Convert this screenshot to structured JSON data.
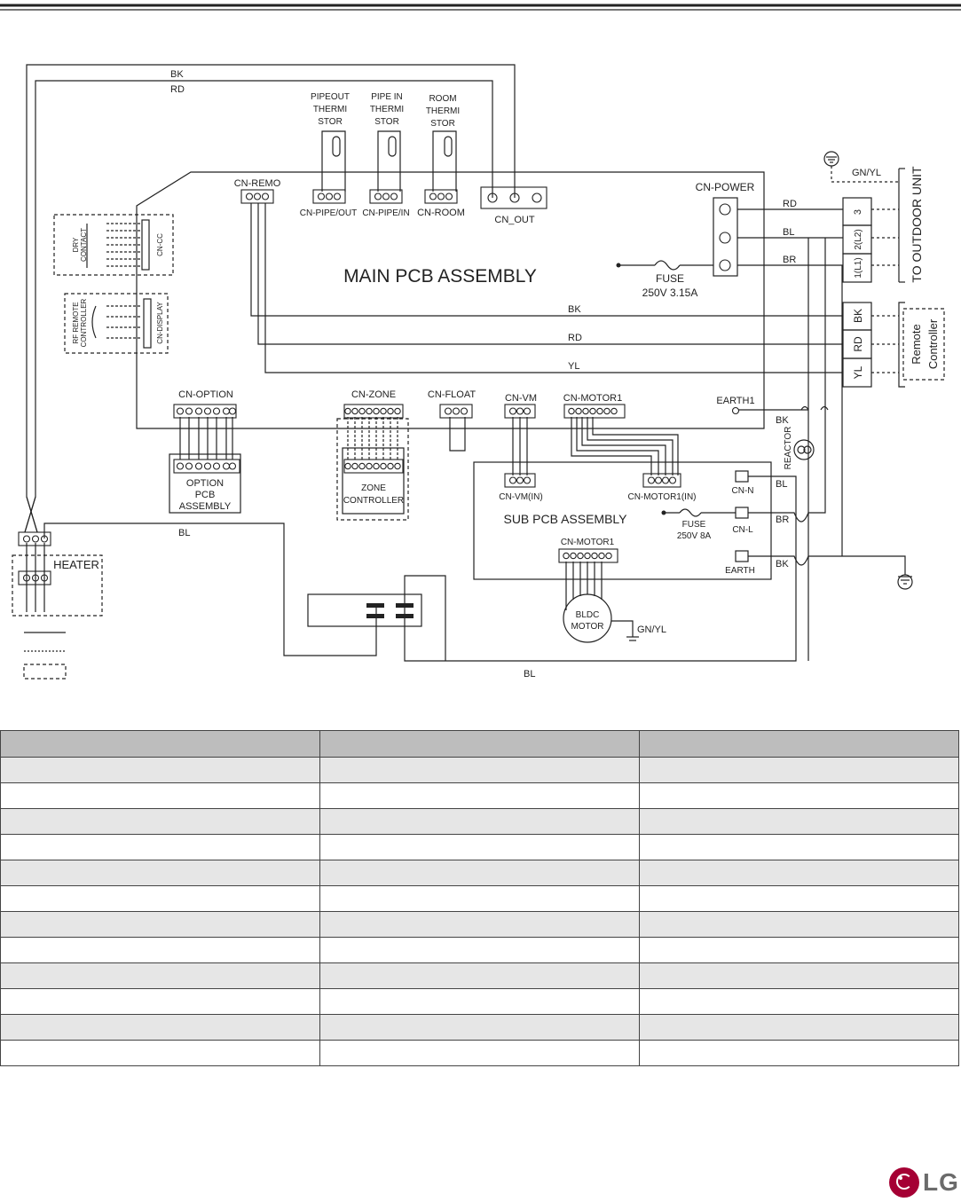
{
  "diagram": {
    "main_pcb": "MAIN PCB ASSEMBLY",
    "sub_pcb": "SUB PCB ASSEMBLY",
    "connectors": {
      "cn_remo": "CN-REMO",
      "cn_pipe_out": "CN-PIPE/OUT",
      "cn_pipe_in": "CN-PIPE/IN",
      "cn_room": "CN-ROOM",
      "cn_out": "CN_OUT",
      "cn_power": "CN-POWER",
      "cn_cc": "CN-CC",
      "cn_display": "CN-DISPLAY",
      "cn_option": "CN-OPTION",
      "cn_zone": "CN-ZONE",
      "cn_float": "CN-FLOAT",
      "cn_vm": "CN-VM",
      "cn_motor1": "CN-MOTOR1",
      "earth1": "EARTH1",
      "cn_vm_in": "CN-VM(IN)",
      "cn_motor1_in": "CN-MOTOR1(IN)",
      "cn_n": "CN-N",
      "cn_l": "CN-L",
      "earth": "EARTH",
      "sub_cn_motor1": "CN-MOTOR1"
    },
    "thermistors": {
      "pipe_out": [
        "PIPEOUT",
        "THERMI",
        "STOR"
      ],
      "pipe_in": [
        "PIPE IN",
        "THERMI",
        "STOR"
      ],
      "room": [
        "ROOM",
        "THERMI",
        "STOR"
      ]
    },
    "fuse_main": [
      "FUSE",
      "250V 3.15A"
    ],
    "fuse_sub": [
      "FUSE",
      "250V 8A"
    ],
    "wire_labels": {
      "top_bk": "BK",
      "top_rd": "RD",
      "power_rd": "RD",
      "power_bl": "BL",
      "power_br": "BR",
      "gnd_yl": "GN/YL",
      "remo_bk": "BK",
      "remo_rd": "RD",
      "remo_yl": "YL",
      "reactor_bk": "BK",
      "sub_bl": "BL",
      "sub_br": "BR",
      "sub_bk": "BK",
      "heater_bl": "BL",
      "bottom_bl": "BL",
      "motor_gn": "GN/YL"
    },
    "terminal_outdoor": [
      "3",
      "2(L2)",
      "1(L1)"
    ],
    "terminal_remote": [
      "BK",
      "RD",
      "YL"
    ],
    "to_outdoor_unit": "TO OUTDOOR UNIT",
    "remote_controller": [
      "Remote",
      "Controller"
    ],
    "reactor": "REACTOR",
    "dry_contact": [
      "DRY",
      "CONTACT"
    ],
    "rf_remote": [
      "RF REMOTE",
      "CONTROLLER"
    ],
    "option_pcb": [
      "OPTION",
      "PCB",
      "ASSEMBLY"
    ],
    "zone_controller": [
      "ZONE",
      "CONTROLLER"
    ],
    "heater": "HEATER",
    "bldc_motor": [
      "BLDC",
      "MOTOR"
    ]
  },
  "table": {
    "headers": [
      "",
      "",
      ""
    ],
    "rows": [
      [
        "",
        "",
        ""
      ],
      [
        "",
        "",
        ""
      ],
      [
        "",
        "",
        ""
      ],
      [
        "",
        "",
        ""
      ],
      [
        "",
        "",
        ""
      ],
      [
        "",
        "",
        ""
      ],
      [
        "",
        "",
        ""
      ],
      [
        "",
        "",
        ""
      ],
      [
        "",
        "",
        ""
      ],
      [
        "",
        "",
        ""
      ],
      [
        "",
        "",
        ""
      ],
      [
        "",
        "",
        ""
      ]
    ]
  },
  "brand": {
    "logo_icon": "lg-logo-icon",
    "wordmark": "LG",
    "color": "#a50034"
  }
}
